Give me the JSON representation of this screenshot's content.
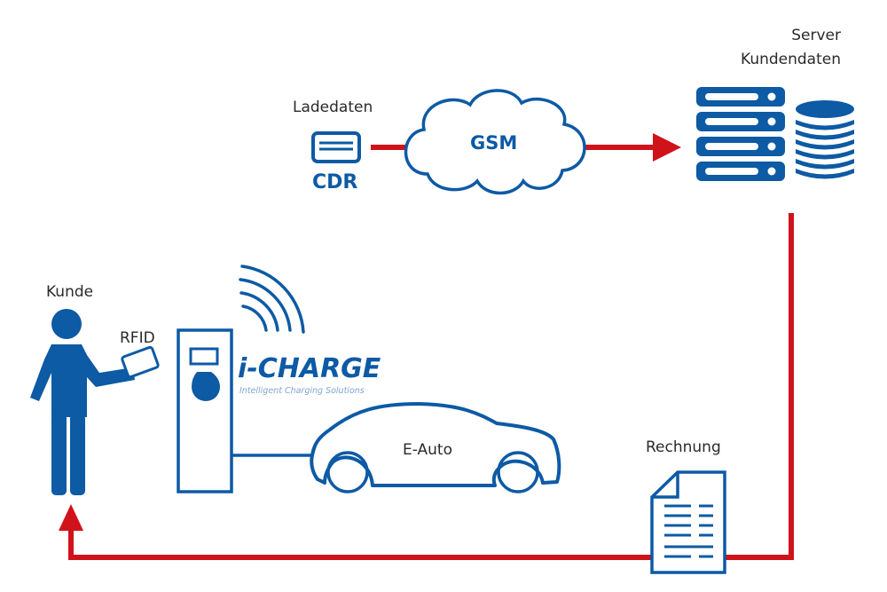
{
  "colors": {
    "primary_blue": "#0d5aa5",
    "flow_red": "#d0121b",
    "label_text": "#2a2a2a",
    "tagline": "#7fa6cf"
  },
  "labels": {
    "ladedaten": "Ladedaten",
    "cdr": "CDR",
    "gsm": "GSM",
    "server": "Server",
    "kundendaten": "Kundendaten",
    "kunde": "Kunde",
    "rfid": "RFID",
    "e_auto": "E-Auto",
    "rechnung": "Rechnung"
  },
  "brand": {
    "name": "i-CHARGE",
    "tagline": "Intelligent Charging Solutions"
  },
  "icons": {
    "cdr": "card-icon",
    "gsm": "cloud-icon",
    "server": "server-rack-icon",
    "database": "database-icon",
    "wireless": "wireless-signal-icon",
    "charger": "charging-station-icon",
    "car": "car-icon",
    "person": "person-icon",
    "rfid": "rfid-card-icon",
    "invoice": "invoice-document-icon"
  }
}
